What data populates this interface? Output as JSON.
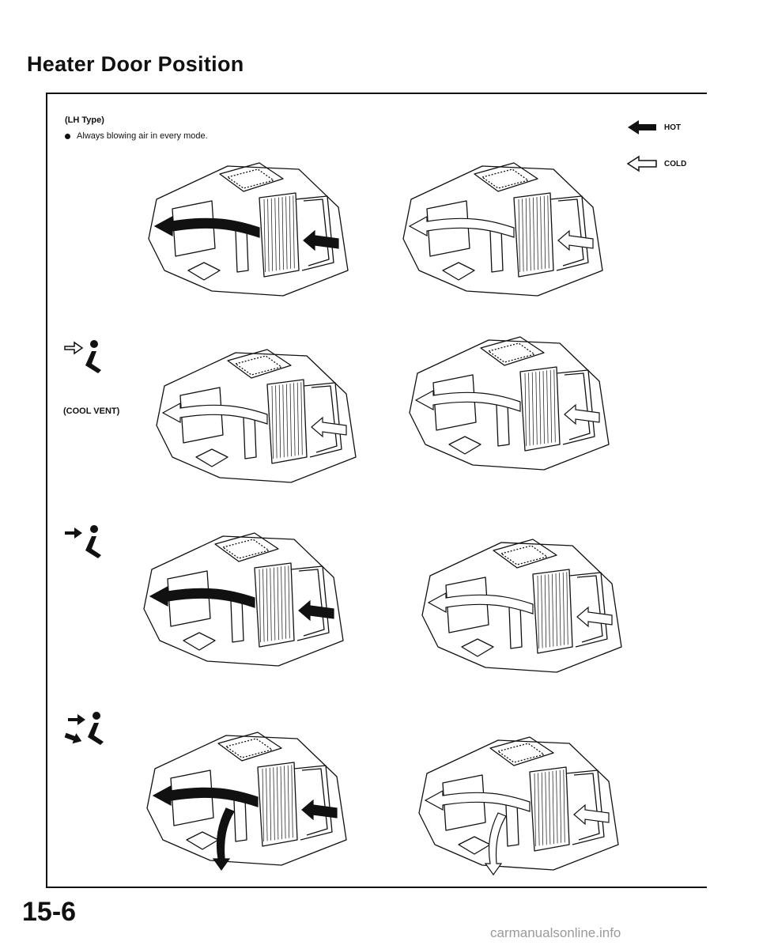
{
  "page": {
    "title": "Heater Door Position",
    "type_label": "(LH Type)",
    "note": "Always blowing air in every mode.",
    "page_number": "15-6",
    "watermark": "carmanualsonline.info"
  },
  "legend": [
    {
      "label": "HOT",
      "icon": "solid-arrow-left-icon"
    },
    {
      "label": "COLD",
      "icon": "outline-arrow-left-icon"
    }
  ],
  "modes": [
    {
      "label": "",
      "icon": "none"
    },
    {
      "label": "(COOL VENT)",
      "icon": "vent-face-mode-icon"
    },
    {
      "label": "",
      "icon": "vent-face-mode-icon"
    },
    {
      "label": "",
      "icon": "bi-level-mode-icon"
    }
  ],
  "colors": {
    "ink": "#111111",
    "paper": "#ffffff",
    "watermark": "#9a9a9a"
  }
}
